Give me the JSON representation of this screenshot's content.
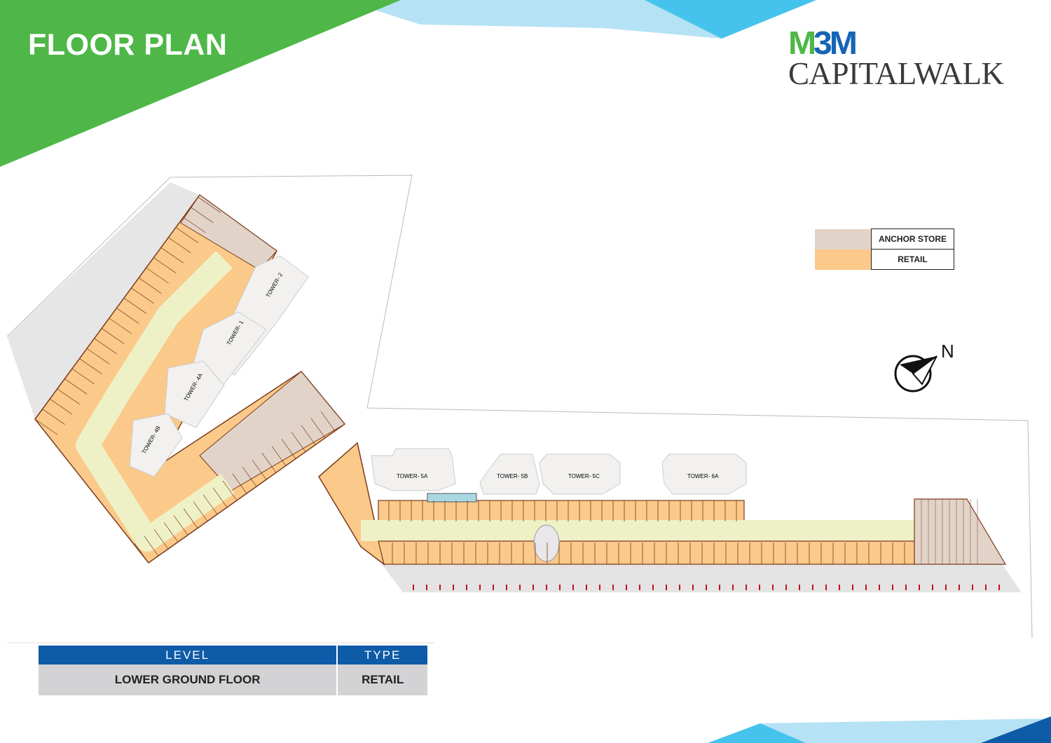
{
  "header": {
    "title": "FLOOR PLAN"
  },
  "logo": {
    "brand_part1": "M",
    "brand_part2": "3M",
    "name": "CAPITALWALK"
  },
  "legend": [
    {
      "label": "ANCHOR STORE",
      "color": "#e2d3c8"
    },
    {
      "label": "RETAIL",
      "color": "#fbc98a"
    }
  ],
  "compass": {
    "label": "N"
  },
  "towers": [
    "TOWER- 5A",
    "TOWER- 5B",
    "TOWER- 5C",
    "TOWER- 6A",
    "TOWER- 2",
    "TOWER- 1",
    "TOWER- 4A",
    "TOWER- 4B"
  ],
  "info_table": {
    "headers": [
      "LEVEL",
      "TYPE"
    ],
    "values": [
      "LOWER GROUND FLOOR",
      "RETAIL"
    ]
  },
  "colors": {
    "green": "#4eb748",
    "blue": "#0e5ba8",
    "light_blue": "#9fd8f1",
    "corridor": "#eef1c6",
    "parking": "#e4e4e4"
  }
}
